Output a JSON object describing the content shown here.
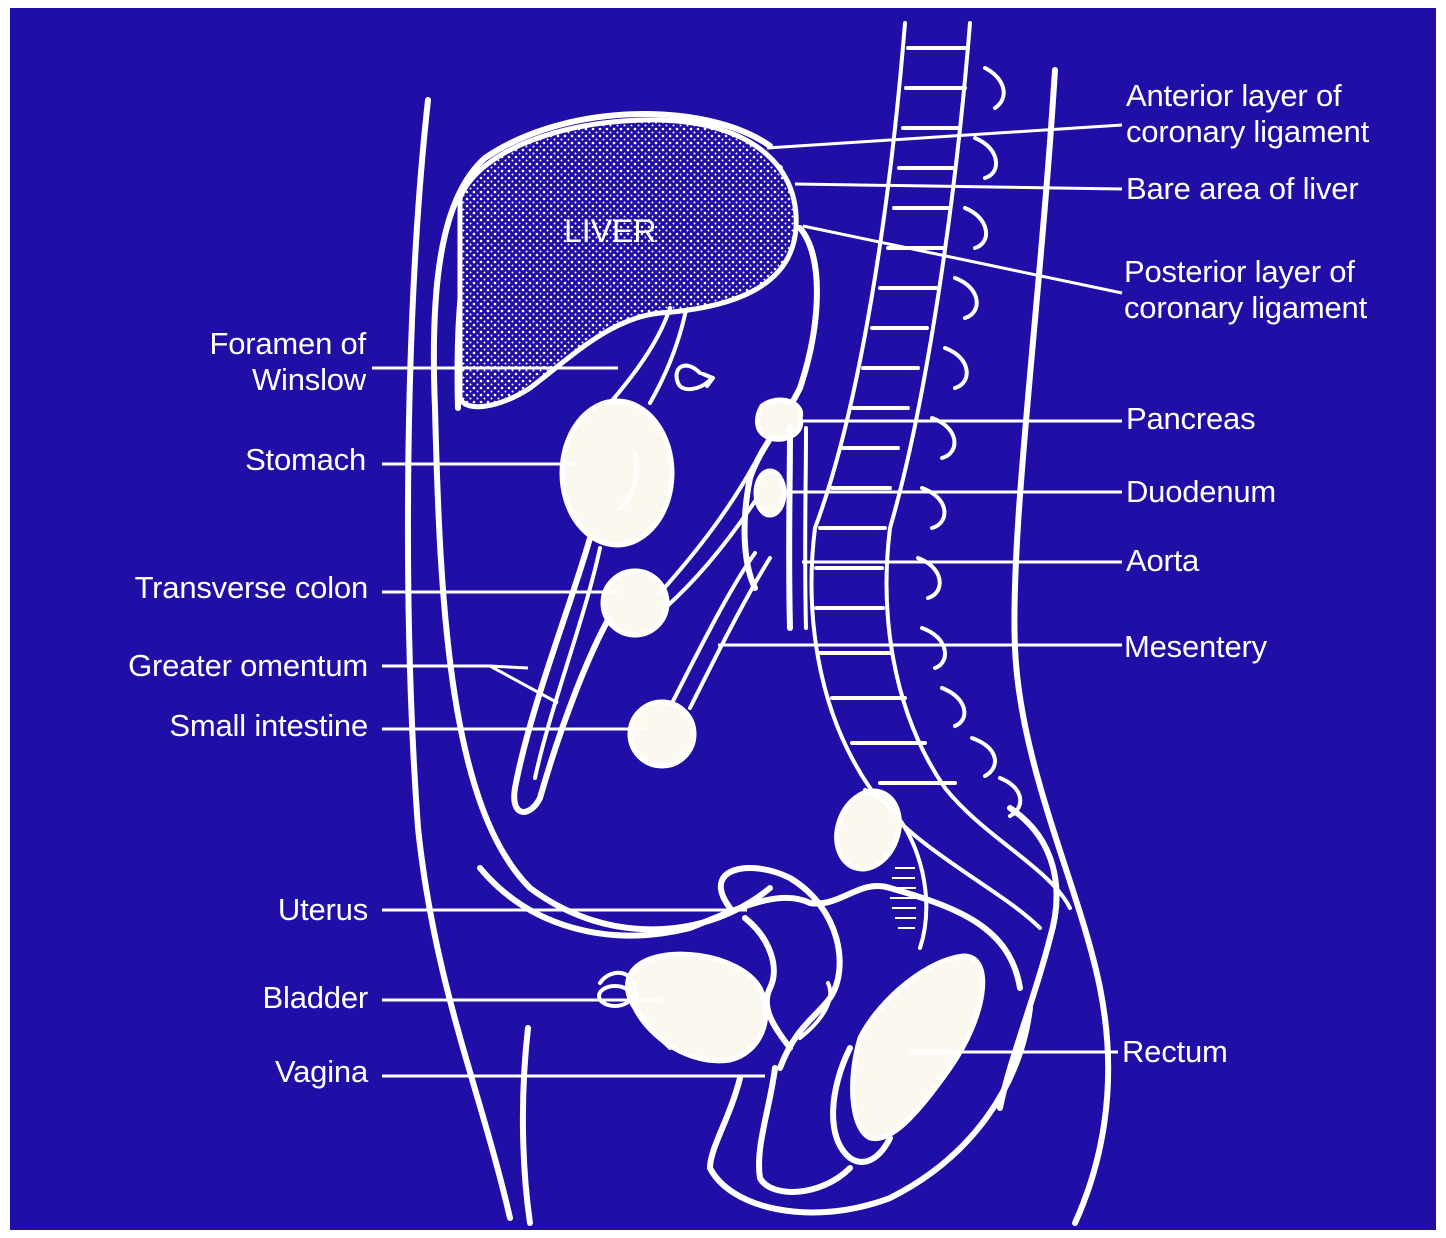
{
  "diagram": {
    "organ_label": "LIVER",
    "left_labels": {
      "foramen": "Foramen of\nWinslow",
      "stomach": "Stomach",
      "transverse_colon": "Transverse colon",
      "greater_omentum": "Greater omentum",
      "small_intestine": "Small intestine",
      "uterus": "Uterus",
      "bladder": "Bladder",
      "vagina": "Vagina"
    },
    "right_labels": {
      "anterior_layer": "Anterior layer of\ncoronary ligament",
      "bare_area": "Bare area of liver",
      "posterior_layer": "Posterior layer of\ncoronary ligament",
      "pancreas": "Pancreas",
      "duodenum": "Duodenum",
      "aorta": "Aorta",
      "mesentery": "Mesentery",
      "rectum": "Rectum"
    },
    "colors": {
      "background": "#1f0fa6",
      "line": "#ffffff",
      "organ_fill": "#fbf8ef"
    }
  }
}
